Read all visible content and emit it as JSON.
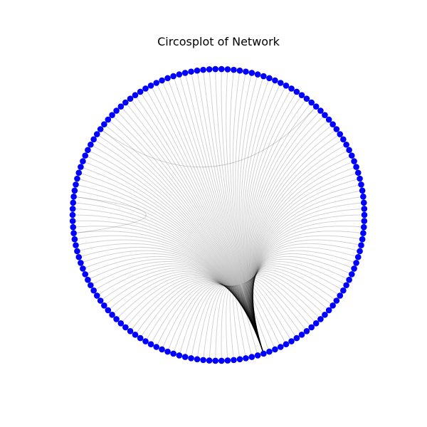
{
  "title": "Circosplot of Network",
  "network": {
    "node_count": 150,
    "node_color": "#0000ff",
    "edge_color": "#000000",
    "hub_node_index": 120,
    "extra_edges": [
      [
        20,
        60
      ],
      [
        72,
        78
      ]
    ]
  }
}
